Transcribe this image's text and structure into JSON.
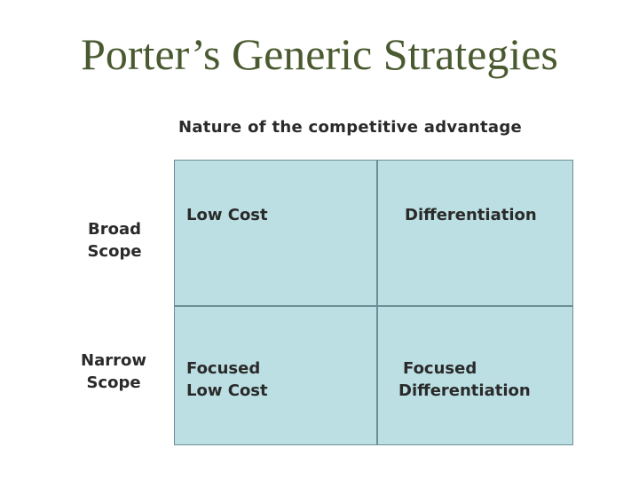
{
  "title": "Porter’s Generic Strategies",
  "diagram": {
    "column_heading": "Nature of the competitive advantage",
    "rows": [
      {
        "label_lines": [
          "Broad",
          "Scope"
        ]
      },
      {
        "label_lines": [
          "Narrow",
          "Scope"
        ]
      }
    ],
    "cells": [
      {
        "lines": [
          "Low Cost"
        ]
      },
      {
        "lines": [
          "Differentiation"
        ]
      },
      {
        "lines": [
          "Focused",
          "Low Cost"
        ]
      },
      {
        "lines": [
          "Focused",
          "Differentiation"
        ]
      }
    ],
    "colors": {
      "title": "#4a5a30",
      "cell_fill": "#bcdfe3",
      "grid_line": "#6b8f96",
      "label_text": "#2a2a2a"
    }
  }
}
